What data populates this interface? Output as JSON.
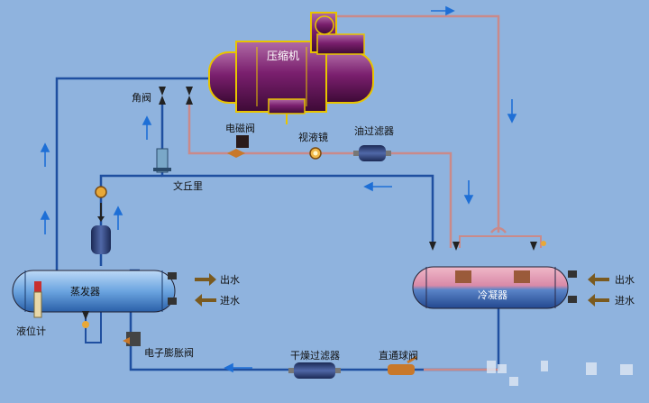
{
  "labels": {
    "compressor": "压缩机",
    "angle_valve": "角阀",
    "solenoid_valve": "电磁阀",
    "sight_glass": "视液镜",
    "oil_filter": "油过滤器",
    "venturi": "文丘里",
    "evaporator": "蒸发器",
    "condenser": "冷凝器",
    "level_gauge": "液位计",
    "expansion_valve": "电子膨胀阀",
    "dryer_filter": "干燥过滤器",
    "ball_valve": "直通球阀",
    "evap_water_out": "出水",
    "evap_water_in": "进水",
    "cond_water_out": "出水",
    "cond_water_in": "进水"
  },
  "colors": {
    "background": "#8fb3de",
    "suction_line": "#1f4fa0",
    "discharge_line": "#c98a8a",
    "compressor_body": "#7a1f6e",
    "compressor_outline": "#e8c400",
    "water_arrow": "#7a5a1f",
    "flow_arrow": "#1e6fd6"
  },
  "icons": {
    "flow_arrow": "arrow-icon",
    "water_arrow": "water-flow-arrow-icon"
  }
}
